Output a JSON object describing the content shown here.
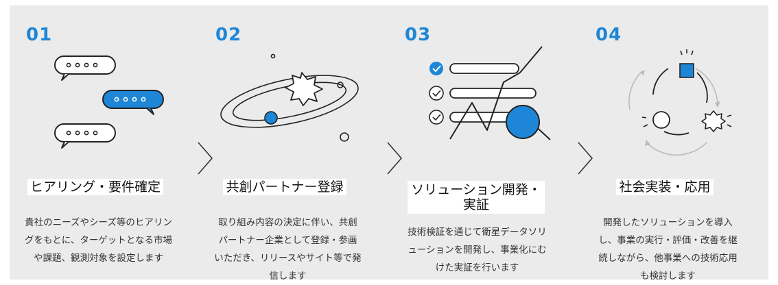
{
  "steps": [
    {
      "number": "01",
      "title": "ヒアリング・要件確定",
      "description": "貴社のニーズやシーズ等のヒアリングをもとに、ターゲットとなる市場や課題、観測対象を設定します",
      "icon": "chat-bubbles-icon"
    },
    {
      "number": "02",
      "title": "共創パートナー登録",
      "description": "取り組み内容の決定に伴い、共創パートナー企業として登録・参画いただき、リリースやサイト等で発信します",
      "icon": "orbit-icon"
    },
    {
      "number": "03",
      "title": "ソリューション開発・実証",
      "description": "技術検証を通じて衛星データソリューションを開発し、事業化にむけた実証を行います",
      "icon": "checklist-analysis-icon"
    },
    {
      "number": "04",
      "title": "社会実装・応用",
      "description": "開発したソリューションを導入し、事業の実行・評価・改善を継続しながら、他事業への技術応用も検討します",
      "icon": "cycle-icon"
    }
  ],
  "colors": {
    "accent": "#1e86d6",
    "background": "#ebebeb",
    "line": "#222222"
  },
  "arrow_icon": "chevron-right-icon"
}
